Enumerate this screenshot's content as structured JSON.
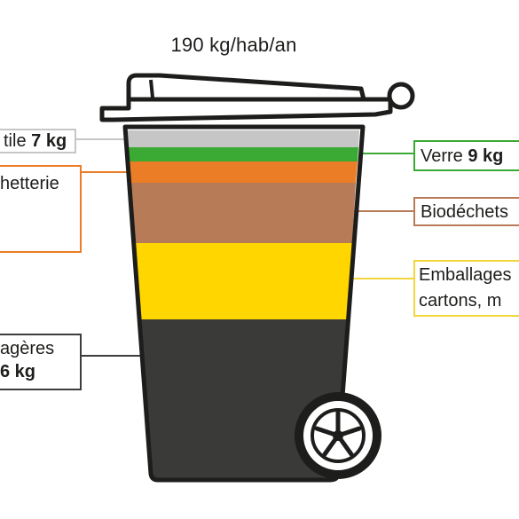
{
  "title": "190 kg/hab/an",
  "layers": [
    {
      "id": "textile",
      "color": "#c6c6c6",
      "label_line1_prefix": "tile",
      "label_line1_value": "7 kg"
    },
    {
      "id": "verre",
      "color": "#3aaa35",
      "label_line1_prefix": "Verre",
      "label_line1_value": "9 kg"
    },
    {
      "id": "decheterie",
      "color": "#ea7d25",
      "label_line1": "hetterie"
    },
    {
      "id": "biodechets",
      "color": "#b77b58",
      "label_line1": "Biodéchets"
    },
    {
      "id": "emballages",
      "color": "#ffd600",
      "label_line1": "Emballages",
      "label_line2": "cartons, m"
    },
    {
      "id": "omr",
      "color": "#3a3a39",
      "label_line1": "agères",
      "label_line2_value": "6 kg"
    }
  ],
  "colors": {
    "outline": "#1d1d1b",
    "wheel": "#1d1d1b",
    "lid": "#ffffff"
  },
  "icons": [
    "bin-lid-icon",
    "bin-handle-icon",
    "wheel-icon"
  ]
}
